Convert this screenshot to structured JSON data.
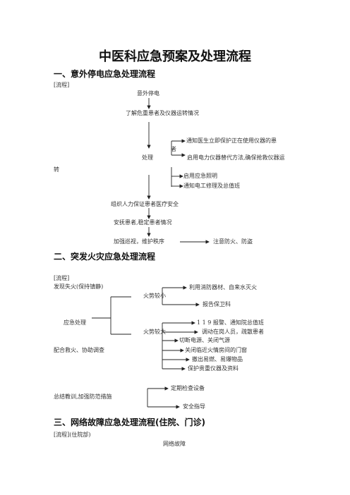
{
  "title": "中医科应急预案及处理流程",
  "section1": {
    "heading": "一、意外停电应急处理流程",
    "tag": "[流程]",
    "n_power_off": "意外停电",
    "n_understand": "了解危重患者及仪器运转情况",
    "n_notify_doctor": "通知医生立即保护正在使用仪器的患",
    "n_notify_doctor_cont": "者",
    "n_handle": "处理",
    "n_backup": "启用电力仪器替代方法,确保抢救仪器运",
    "n_backup_cont": "转",
    "n_emergency_light": "启用应急照明",
    "n_notify_electrician": "通知电工修理及总值班",
    "n_organize": "组织人力保证患者医疗安全",
    "n_comfort": "安抚患者,稳定患者情况",
    "n_patrol": "加强巡视，维护秩序",
    "n_fire_theft": "注意防火、防盗"
  },
  "section2": {
    "heading": "二、突发火灾应急处理流程",
    "tag": "[流程]",
    "n_discover": "发现失火(保持镇静)",
    "n_extinguish": "利用消防器材、自来水灭火",
    "n_fire_small": "火势较小",
    "n_report_security": "报告保卫科",
    "n_emergency": "应急处理",
    "n_call_119": "1 1 9 报警、通知院总值班",
    "n_fire_big": "火势较大",
    "n_dispatch": "调动在岗人员，疏散患者",
    "n_cut_power": "切断电源、关闭气源",
    "n_assist": "配合救火、协助调查",
    "n_close_doors": "关闭临近火情房间的门窗",
    "n_remove": "撤出易燃、易爆物品",
    "n_protect": "保护贵重仪器及资料",
    "n_check": "定期检查设备",
    "n_summary": "总结教训,加强防范措施",
    "n_safety": "安全指导"
  },
  "section3": {
    "heading": "三、网络故障应急处理流程(住院、门诊)",
    "tag": "[流程](住院部)",
    "n_network": "网络故障"
  }
}
